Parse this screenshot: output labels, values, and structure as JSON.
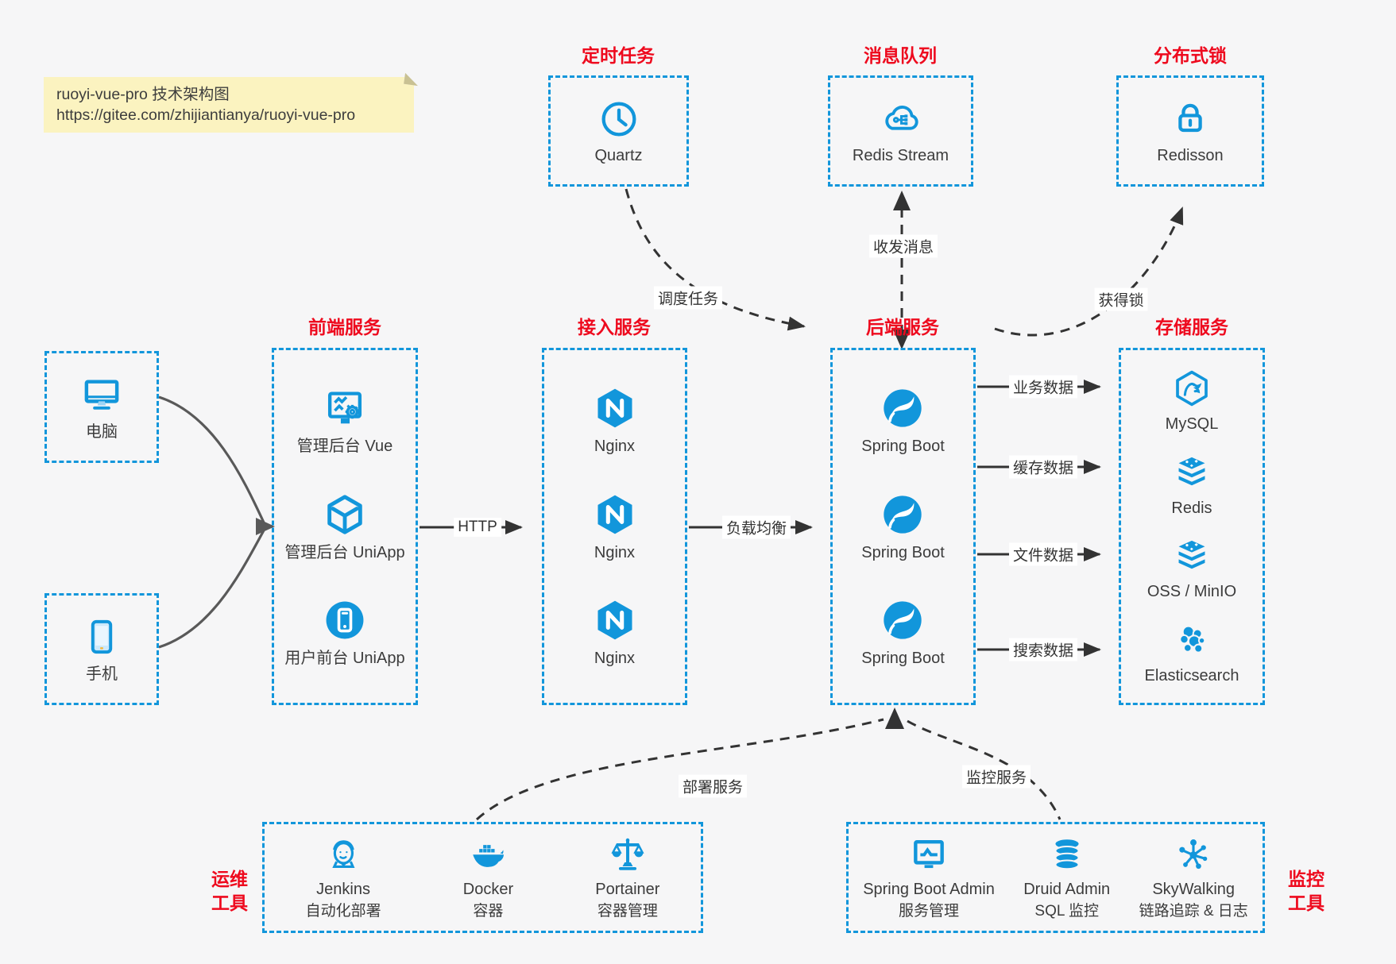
{
  "colors": {
    "accent": "#1296db",
    "title_red": "#ee0a1e",
    "arrow_dark": "#333333",
    "wire_gray": "#595959",
    "note_bg": "#fbf3c0",
    "page_bg": "#f6f6f7"
  },
  "note": {
    "line1": "ruoyi-vue-pro 技术架构图",
    "line2": "https://gitee.com/zhijiantianya/ruoyi-vue-pro"
  },
  "top_groups": [
    {
      "title": "定时任务",
      "items": [
        {
          "label": "Quartz",
          "icon": "clock-icon"
        }
      ]
    },
    {
      "title": "消息队列",
      "items": [
        {
          "label": "Redis Stream",
          "icon": "cloud-stream-icon"
        }
      ]
    },
    {
      "title": "分布式锁",
      "items": [
        {
          "label": "Redisson",
          "icon": "lock-icon"
        }
      ]
    }
  ],
  "clients": [
    {
      "label": "电脑",
      "icon": "desktop-icon"
    },
    {
      "label": "手机",
      "icon": "phone-icon"
    }
  ],
  "columns": [
    {
      "title": "前端服务",
      "items": [
        {
          "label": "管理后台 Vue",
          "icon": "admin-vue-icon"
        },
        {
          "label": "管理后台 UniApp",
          "icon": "uniapp-cube-icon"
        },
        {
          "label": "用户前台 UniApp",
          "icon": "user-app-icon"
        }
      ]
    },
    {
      "title": "接入服务",
      "items": [
        {
          "label": "Nginx",
          "icon": "nginx-icon"
        },
        {
          "label": "Nginx",
          "icon": "nginx-icon"
        },
        {
          "label": "Nginx",
          "icon": "nginx-icon"
        }
      ]
    },
    {
      "title": "后端服务",
      "items": [
        {
          "label": "Spring Boot",
          "icon": "spring-boot-icon"
        },
        {
          "label": "Spring Boot",
          "icon": "spring-boot-icon"
        },
        {
          "label": "Spring Boot",
          "icon": "spring-boot-icon"
        }
      ]
    },
    {
      "title": "存储服务",
      "items": [
        {
          "label": "MySQL",
          "icon": "mysql-icon"
        },
        {
          "label": "Redis",
          "icon": "stack-icon"
        },
        {
          "label": "OSS / MinIO",
          "icon": "stack-icon"
        },
        {
          "label": "Elasticsearch",
          "icon": "elasticsearch-icon"
        }
      ]
    }
  ],
  "bottom_groups": [
    {
      "title": "运维工具",
      "title_lines": [
        "运维",
        "工具"
      ],
      "items": [
        {
          "label": "Jenkins",
          "sublabel": "自动化部署",
          "icon": "jenkins-icon"
        },
        {
          "label": "Docker",
          "sublabel": "容器",
          "icon": "docker-icon"
        },
        {
          "label": "Portainer",
          "sublabel": "容器管理",
          "icon": "portainer-icon"
        }
      ]
    },
    {
      "title": "监控工具",
      "title_lines": [
        "监控",
        "工具"
      ],
      "items": [
        {
          "label": "Spring Boot Admin",
          "sublabel": "服务管理",
          "icon": "springboot-admin-icon"
        },
        {
          "label": "Druid Admin",
          "sublabel": "SQL 监控",
          "icon": "druid-icon"
        },
        {
          "label": "SkyWalking",
          "sublabel": "链路追踪 & 日志",
          "icon": "skywalking-icon"
        }
      ]
    }
  ],
  "connectors": {
    "http": "HTTP",
    "load_balance": "负载均衡",
    "schedule_task": "调度任务",
    "send_receive": "收发消息",
    "acquire_lock": "获得锁",
    "business_data": "业务数据",
    "cache_data": "缓存数据",
    "file_data": "文件数据",
    "search_data": "搜索数据",
    "deploy_service": "部署服务",
    "monitor_service": "监控服务"
  }
}
